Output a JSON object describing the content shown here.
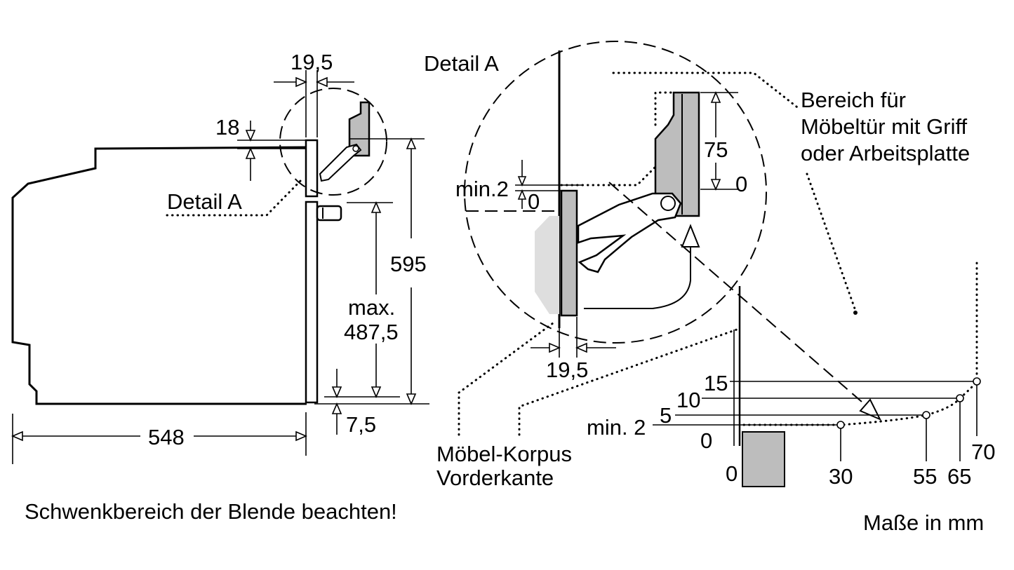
{
  "labels": {
    "detail_a_top": "Detail A",
    "detail_a_left": "Detail A",
    "bereich_line1": "Bereich für",
    "bereich_line2": "Möbeltür mit Griff",
    "bereich_line3": "oder Arbeitsplatte",
    "korpus_line1": "Möbel-Korpus",
    "korpus_line2": "Vorderkante",
    "note": "Schwenkbereich der Blende beachten!",
    "units": "Maße in mm"
  },
  "dimensions": {
    "top_gap": "19,5",
    "panel_top": "18",
    "height_total": "595",
    "max_label": "max.",
    "max_value": "487,5",
    "bottom_gap": "7,5",
    "depth": "548",
    "detail_min": "min.2",
    "detail_zero": "0",
    "detail_75": "75",
    "detail_75_zero": "0",
    "detail_bottom_gap": "19,5"
  },
  "swing_chart": {
    "y_labels": [
      "15",
      "10",
      "5",
      "min. 2",
      "0"
    ],
    "x_labels": [
      "0",
      "30",
      "55",
      "65",
      "70"
    ]
  }
}
